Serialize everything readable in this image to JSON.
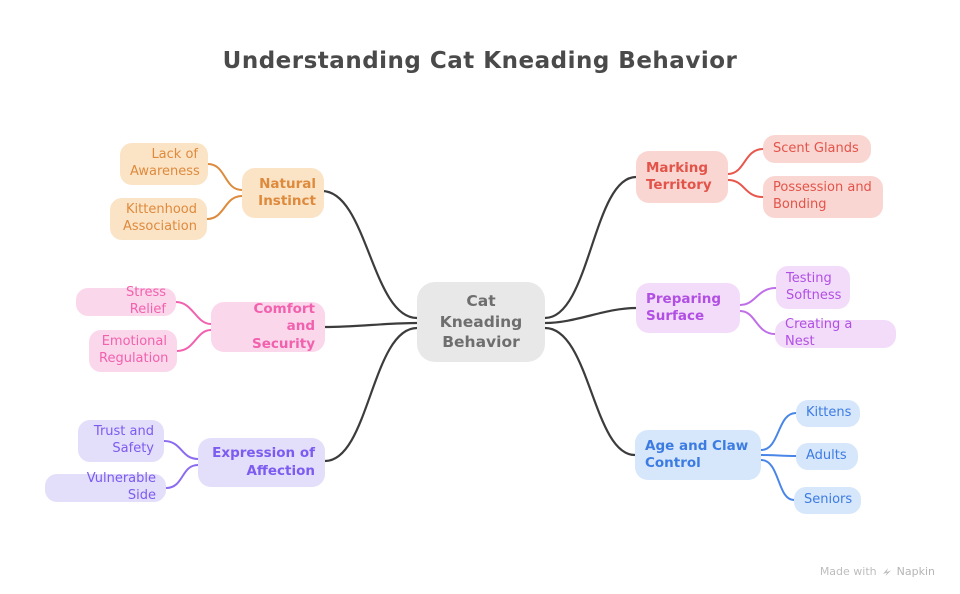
{
  "title": "Understanding Cat Kneading Behavior",
  "center": {
    "label": "Cat Kneading Behavior"
  },
  "branches": [
    {
      "label": "Natural Instinct",
      "color": "orange",
      "children": [
        {
          "label": "Lack of Awareness"
        },
        {
          "label": "Kittenhood Association"
        }
      ]
    },
    {
      "label": "Comfort and Security",
      "color": "pink",
      "children": [
        {
          "label": "Stress Relief"
        },
        {
          "label": "Emotional Regulation"
        }
      ]
    },
    {
      "label": "Expression of Affection",
      "color": "purple",
      "children": [
        {
          "label": "Trust and Safety"
        },
        {
          "label": "Vulnerable Side"
        }
      ]
    },
    {
      "label": "Marking Territory",
      "color": "red",
      "children": [
        {
          "label": "Scent Glands"
        },
        {
          "label": "Possession and Bonding"
        }
      ]
    },
    {
      "label": "Preparing Surface",
      "color": "violet",
      "children": [
        {
          "label": "Testing Softness"
        },
        {
          "label": "Creating a Nest"
        }
      ]
    },
    {
      "label": "Age and Claw Control",
      "color": "blue",
      "children": [
        {
          "label": "Kittens"
        },
        {
          "label": "Adults"
        },
        {
          "label": "Seniors"
        }
      ]
    }
  ],
  "watermark": {
    "prefix": "Made with",
    "brand": "Napkin",
    "icon": "napkin-logo-icon"
  },
  "colors": {
    "orange": {
      "bg": "#fbe3c6",
      "text": "#de8a3c"
    },
    "pink": {
      "bg": "#fbd7eb",
      "text": "#f261ae"
    },
    "purple": {
      "bg": "#e3defa",
      "text": "#7c5bf0"
    },
    "red": {
      "bg": "#fad6d2",
      "text": "#e2544a"
    },
    "violet": {
      "bg": "#f2dcfa",
      "text": "#b14fe3"
    },
    "blue": {
      "bg": "#d6e6fb",
      "text": "#3c7ce2"
    },
    "center": {
      "bg": "#e8e8e8",
      "text": "#6e6e6e"
    },
    "connector": "#3c3c3c",
    "background": "#ffffff"
  }
}
